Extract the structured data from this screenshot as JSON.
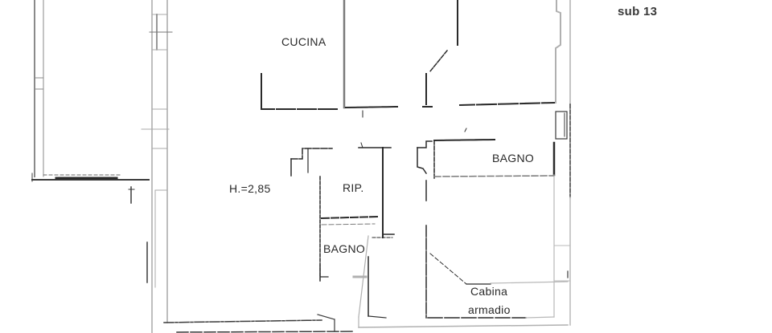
{
  "drawing": {
    "type": "floor-plan",
    "unit_label": "sub 13",
    "ceiling_height_label": "H.=2,85",
    "colors": {
      "background": "#ffffff",
      "wall_dark": "#2a2a2a",
      "wall_light": "#b8b8b8",
      "text": "#2a2a2a"
    }
  },
  "rooms": [
    {
      "id": "cucina",
      "label": "CUCINA"
    },
    {
      "id": "bagno-1",
      "label": "BAGNO"
    },
    {
      "id": "ripostiglio",
      "label": "RIP."
    },
    {
      "id": "bagno-2",
      "label": "BAGNO"
    },
    {
      "id": "cabina-armadio",
      "label_line1": "Cabina",
      "label_line2": "armadio"
    }
  ]
}
